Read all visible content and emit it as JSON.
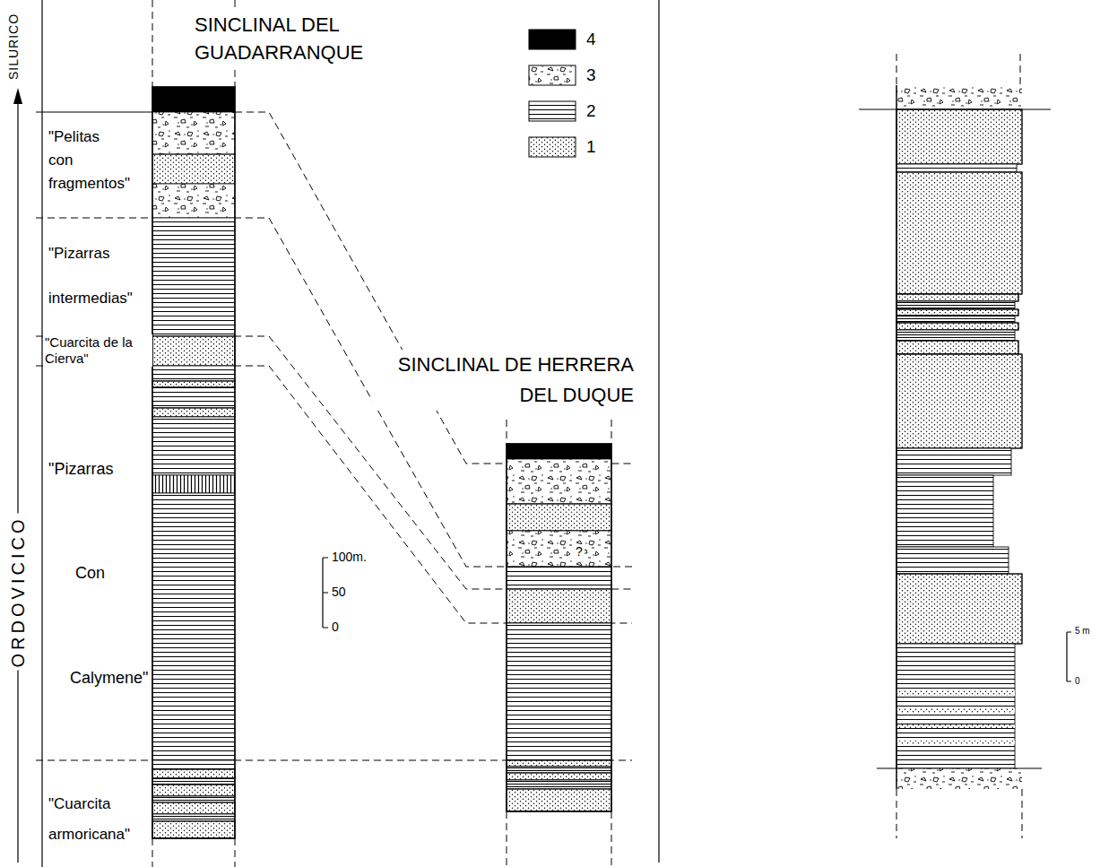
{
  "diagram": {
    "labels": [
      "SILURICO",
      "ORDOVICICO",
      "SINCLINAL DEL GUADARRANQUE",
      "SINCLINAL DE HERRERA DEL DUQUE",
      "\"Pelitas con fragmentos\"",
      "\"Pizarras intermedias\"",
      "\"Cuarcita de la Cierva\"",
      "\"Pizarras",
      "Con",
      "Calymene\"",
      "\"Cuarcita armoricana\"",
      "100m.",
      "50",
      "0",
      "?",
      "5 m",
      "0"
    ],
    "legend": [
      {
        "text": "4",
        "color": "#000000"
      },
      {
        "text": "3"
      },
      {
        "text": "2"
      },
      {
        "text": "1"
      }
    ]
  }
}
